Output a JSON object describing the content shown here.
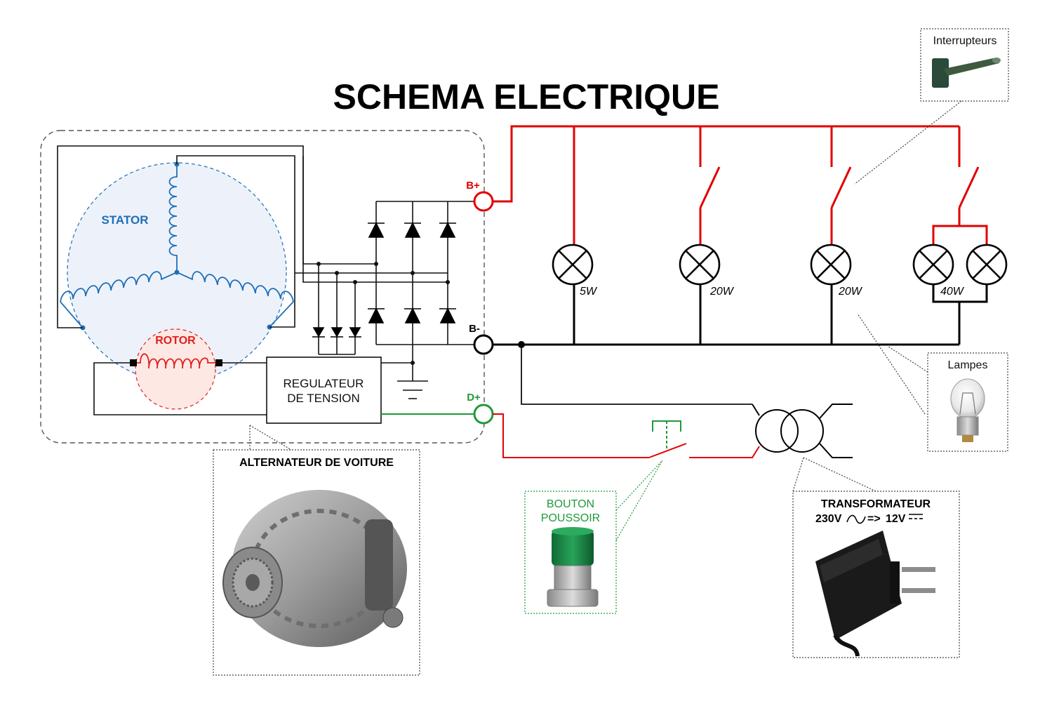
{
  "title": "SCHEMA ELECTRIQUE",
  "colors": {
    "positive_line": "#e00000",
    "ground_line": "#000000",
    "excitation_line": "#1f9a3a",
    "stator_blue": "#1f6fb8",
    "stator_fill": "#edf2fa",
    "rotor_red": "#e02020",
    "rotor_fill": "#fde8e4"
  },
  "alternator": {
    "stator_label": "STATOR",
    "rotor_label": "ROTOR",
    "regulator_line1": "REGULATEUR",
    "regulator_line2": "DE TENSION"
  },
  "terminals": {
    "b_plus": "B+",
    "b_minus": "B-",
    "d_plus": "D+"
  },
  "lamps": [
    {
      "power": "5W"
    },
    {
      "power": "20W"
    },
    {
      "power": "20W"
    },
    {
      "power": "40W"
    }
  ],
  "callouts": {
    "switches": "Interrupteurs",
    "lamps": "Lampes",
    "alternator": "ALTERNATEUR DE VOITURE",
    "push_button_line1": "BOUTON",
    "push_button_line2": "POUSSOIR",
    "transformer_title": "TRANSFORMATEUR",
    "transformer_input": "230V",
    "transformer_arrow": "=>",
    "transformer_output": "12V"
  },
  "icons": {
    "switch_photo": "toggle-switch-icon",
    "lamp_photo": "light-bulb-icon",
    "alternator_photo": "car-alternator-icon",
    "push_button_photo": "push-button-icon",
    "transformer_photo": "power-adapter-icon",
    "ac_symbol": "ac-sine-icon",
    "dc_symbol": "dc-symbol-icon"
  }
}
